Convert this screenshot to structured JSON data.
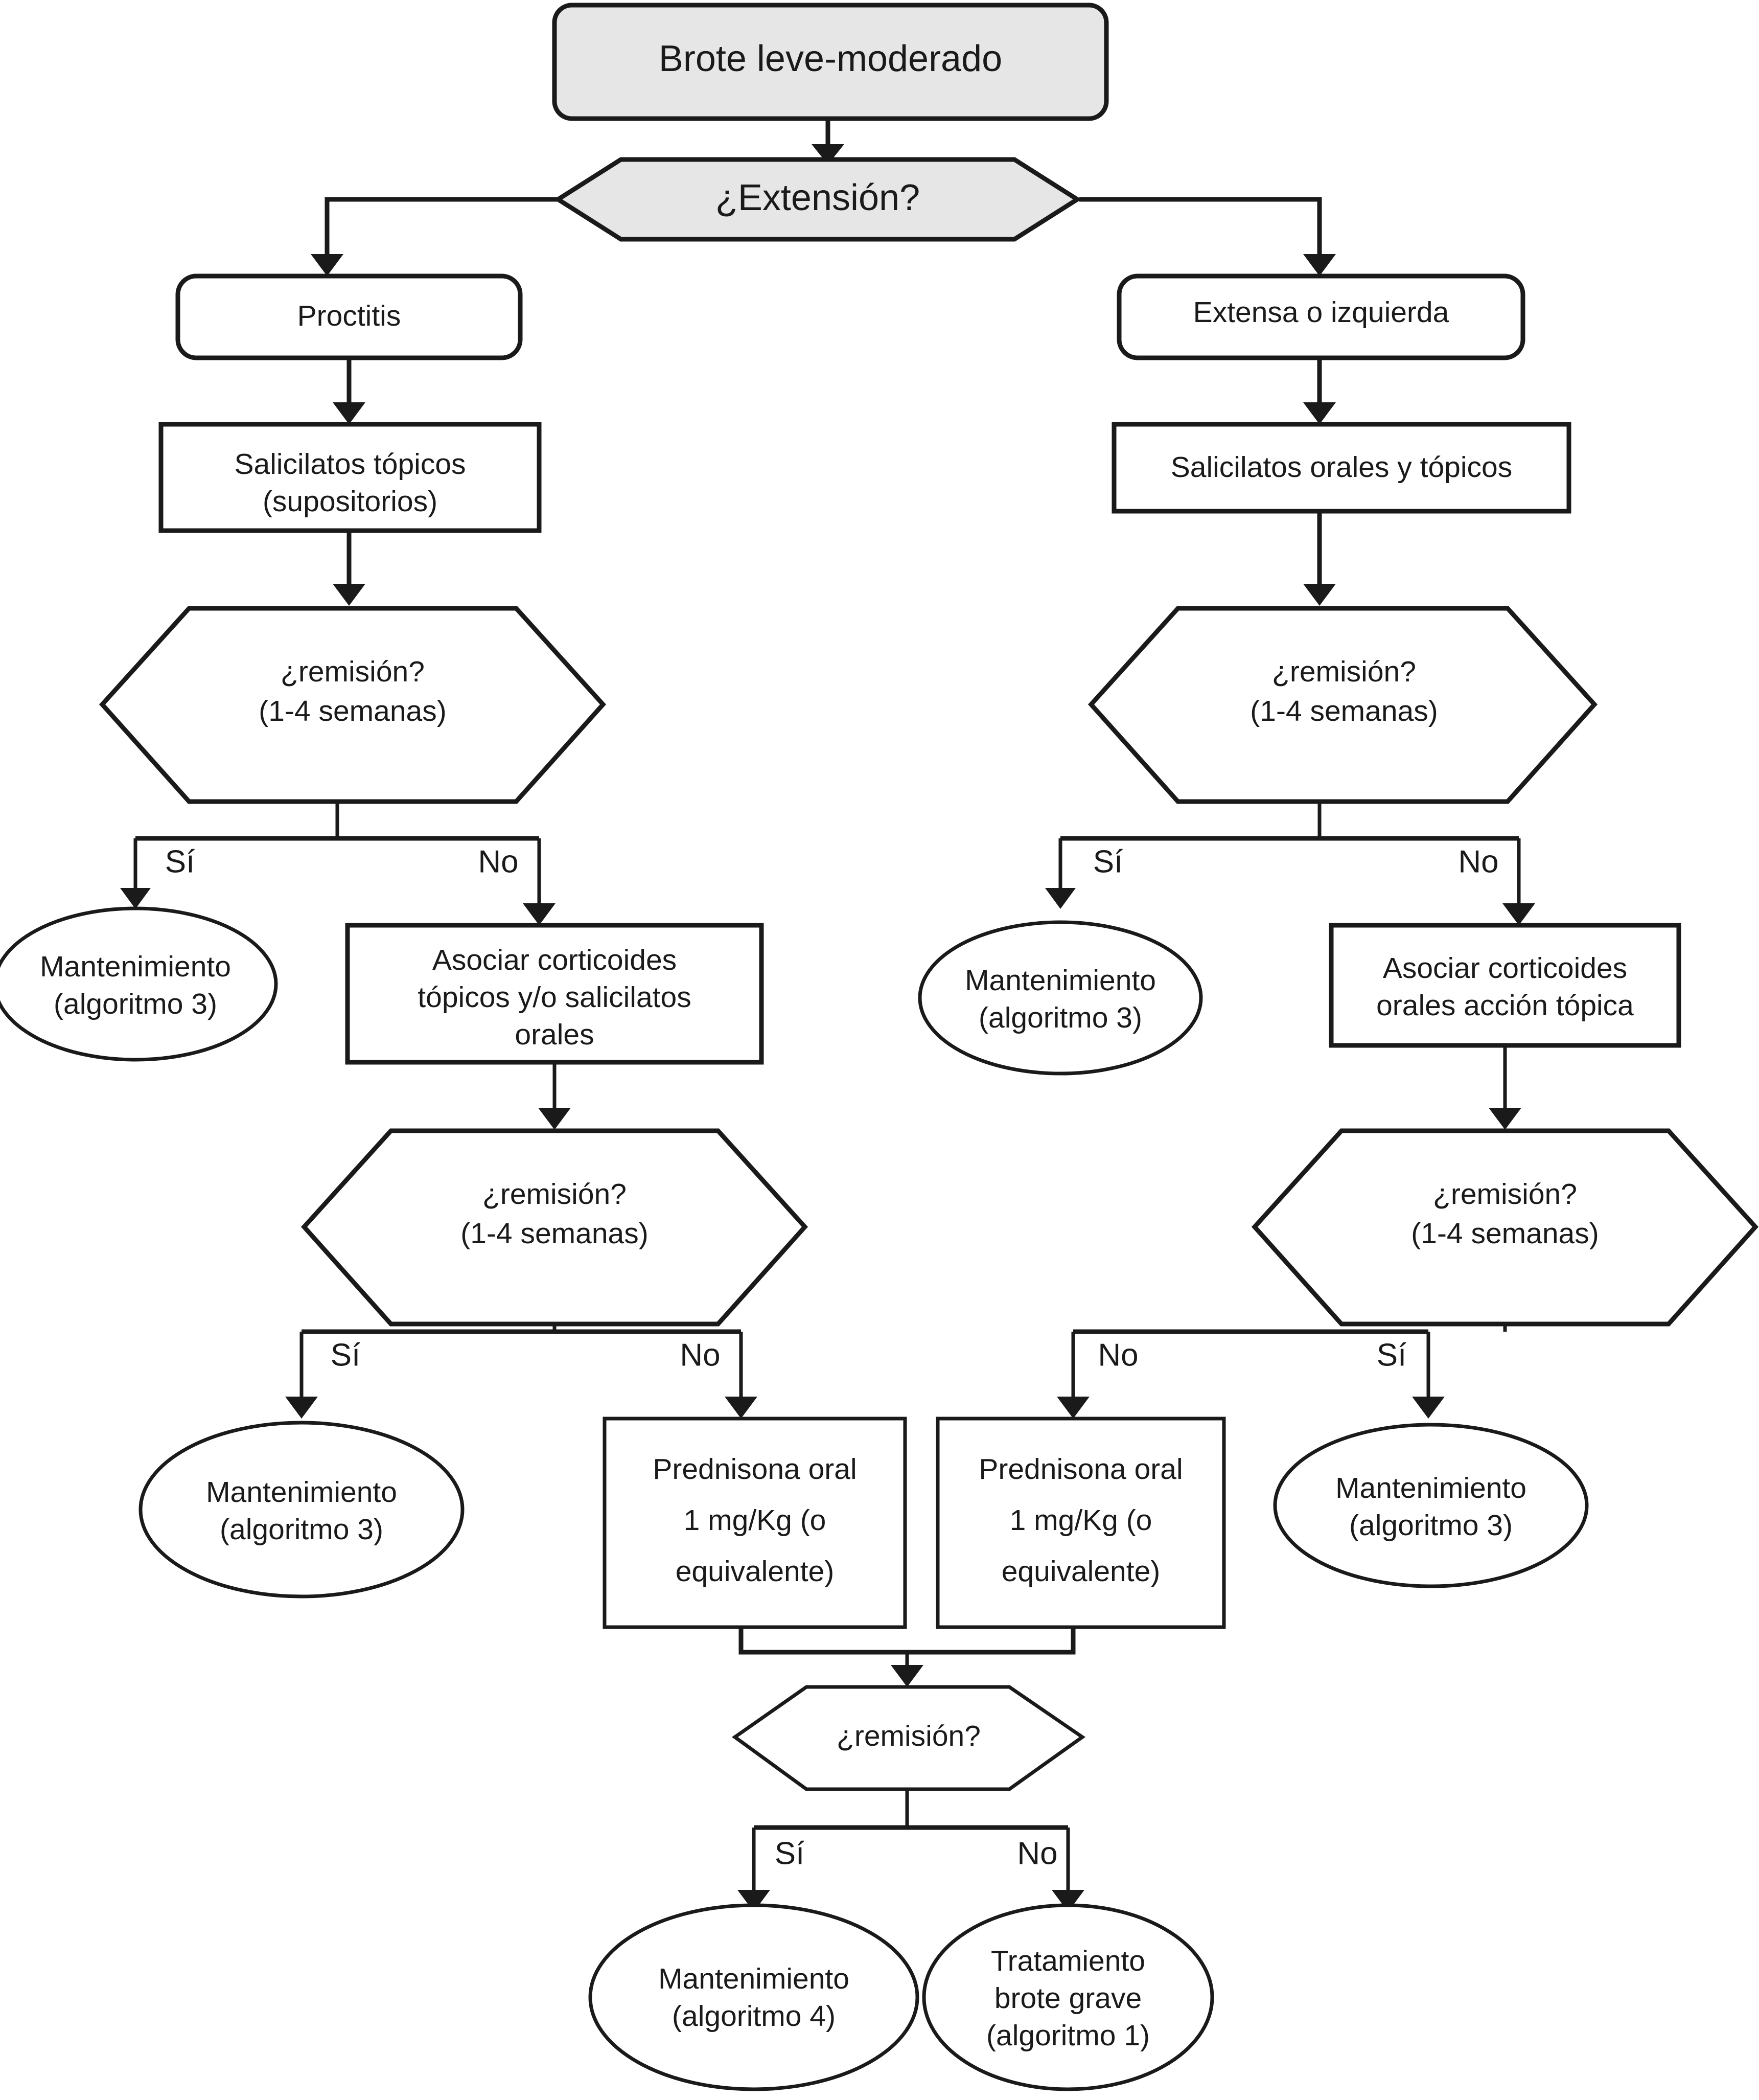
{
  "diagram": {
    "title_node": "Brote leve-moderado",
    "colors": {
      "shape_fill_shaded": "#e6e6e6",
      "shape_fill_plain": "#ffffff",
      "stroke": "#1a1a1a",
      "background": "#ffffff"
    },
    "nodes": {
      "start": {
        "label": "Brote leve-moderado",
        "shape": "rounded-rect",
        "shaded": true
      },
      "extension_decision": {
        "label": "¿Extensión?",
        "shape": "hexagon",
        "shaded": true
      },
      "proctitis": {
        "label": "Proctitis",
        "shape": "rounded-rect",
        "shaded": false
      },
      "extensa_izquierda": {
        "label": "Extensa o izquierda",
        "shape": "rounded-rect",
        "shaded": false
      },
      "salicilatos_topicos": {
        "line1": "Salicilatos tópicos",
        "line2": "(supositorios)",
        "shape": "rect"
      },
      "salicilatos_orales_topicos": {
        "line1": "Salicilatos orales y tópicos",
        "shape": "rect"
      },
      "remision_l1": {
        "line1": "¿remisión?",
        "line2": "(1-4 semanas)",
        "shape": "hexagon"
      },
      "remision_r1": {
        "line1": "¿remisión?",
        "line2": "(1-4 semanas)",
        "shape": "hexagon"
      },
      "mant3_l1": {
        "line1": "Mantenimiento",
        "line2": "(algoritmo 3)",
        "shape": "ellipse"
      },
      "mant3_r1": {
        "line1": "Mantenimiento",
        "line2": "(algoritmo 3)",
        "shape": "ellipse"
      },
      "asociar_corticoides_topicos": {
        "line1": "Asociar corticoides",
        "line2": "tópicos y/o salicilatos",
        "line3": "orales",
        "shape": "rect"
      },
      "asociar_corticoides_orales": {
        "line1": "Asociar corticoides",
        "line2": "orales acción tópica",
        "shape": "rect"
      },
      "remision_l2": {
        "line1": "¿remisión?",
        "line2": "(1-4 semanas)",
        "shape": "hexagon"
      },
      "remision_r2": {
        "line1": "¿remisión?",
        "line2": "(1-4 semanas)",
        "shape": "hexagon"
      },
      "mant3_l2": {
        "line1": "Mantenimiento",
        "line2": "(algoritmo 3)",
        "shape": "ellipse"
      },
      "mant3_r2": {
        "line1": "Mantenimiento",
        "line2": "(algoritmo 3)",
        "shape": "ellipse"
      },
      "prednisona_left": {
        "line1": "Prednisona oral",
        "line2": "1 mg/Kg (o",
        "line3": "equivalente)",
        "shape": "rect"
      },
      "prednisona_right": {
        "line1": "Prednisona oral",
        "line2": "1 mg/Kg (o",
        "line3": "equivalente)",
        "shape": "rect"
      },
      "remision_final": {
        "line1": "¿remisión?",
        "shape": "hexagon"
      },
      "mant4": {
        "line1": "Mantenimiento",
        "line2": "(algoritmo 4)",
        "shape": "ellipse"
      },
      "brote_grave": {
        "line1": "Tratamiento",
        "line2": "brote grave",
        "line3": "(algoritmo 1)",
        "shape": "ellipse"
      }
    },
    "edge_labels": {
      "l1_yes": "Sí",
      "l1_no": "No",
      "r1_yes": "Sí",
      "r1_no": "No",
      "l2_yes": "Sí",
      "l2_no": "No",
      "r2_no": "No",
      "r2_yes": "Sí",
      "final_yes": "Sí",
      "final_no": "No"
    }
  }
}
